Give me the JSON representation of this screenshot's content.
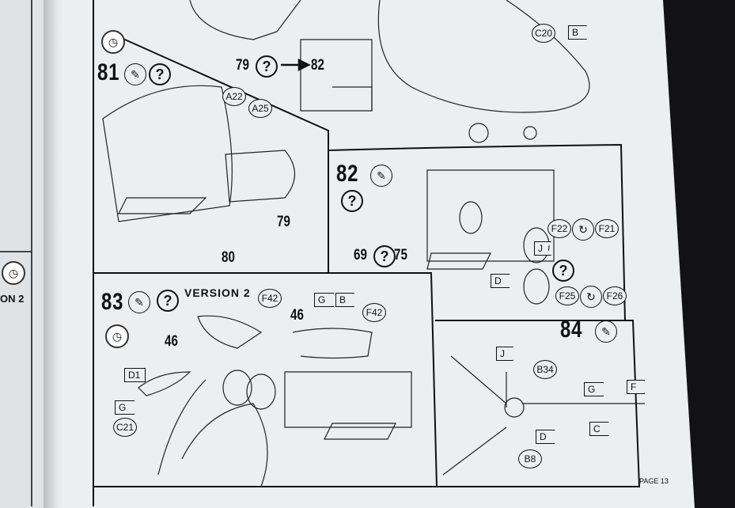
{
  "left_page": {
    "fragment": "ON 2"
  },
  "footer": {
    "page": "PAGE 13"
  },
  "step_top": {
    "from": "79",
    "to": "82",
    "part": "C20",
    "flag": "B"
  },
  "step81": {
    "number": "81",
    "labels": {
      "a22": "A22",
      "a25": "A25",
      "p79": "79",
      "p80": "80"
    }
  },
  "step82": {
    "number": "82",
    "f22": "F22",
    "f21": "F21",
    "j": "J",
    "d": "D",
    "f25": "F25",
    "f26": "F26",
    "left": "69",
    "right": "75"
  },
  "step83": {
    "number": "83",
    "title": "VERSION 2",
    "f42a": "F42",
    "f42b": "F42",
    "g": "G",
    "b": "B",
    "p46a": "46",
    "p46b": "46",
    "d1": "D1",
    "g2": "G",
    "c21": "C21"
  },
  "step84": {
    "number": "84",
    "j": "J",
    "b34": "B34",
    "g": "G",
    "f": "F",
    "c": "C",
    "d": "D",
    "b8": "B8"
  },
  "symbols": {
    "question": "?",
    "glue": "✎",
    "clock": "◷",
    "arrow": "➞",
    "swap": "↻"
  }
}
